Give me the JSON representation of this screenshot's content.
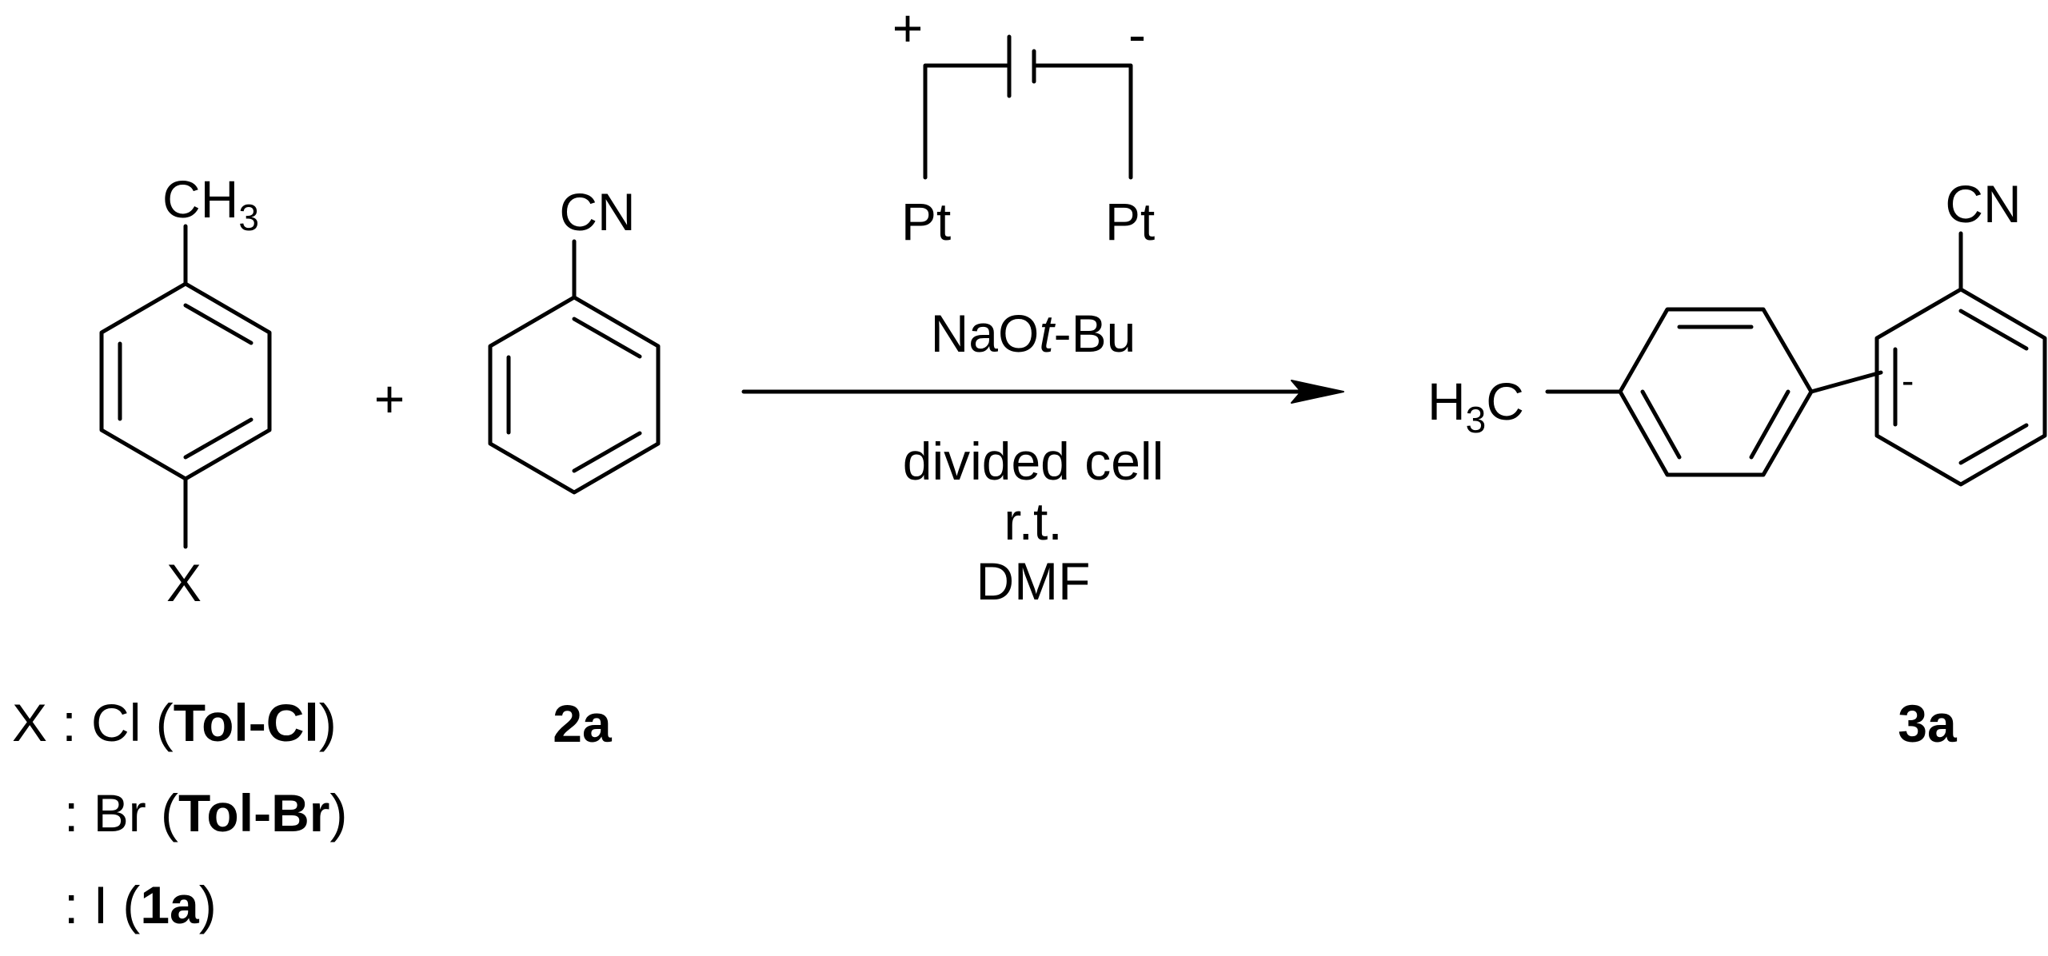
{
  "reactant1": {
    "substituent_top": "CH",
    "substituent_top_sub": "3",
    "substituent_bottom": "X",
    "x_options": [
      {
        "prefix": "X : ",
        "atom": "Cl (",
        "name": "Tol-Cl",
        "close": ")"
      },
      {
        "prefix": ": ",
        "atom": "Br (",
        "name": "Tol-Br",
        "close": ")"
      },
      {
        "prefix": ": ",
        "atom": "I (",
        "name": "1a",
        "close": ")"
      }
    ]
  },
  "plus": "+",
  "reactant2": {
    "group": "CN",
    "id": "2a"
  },
  "conditions": {
    "anode_sign": "+",
    "cathode_sign": "-",
    "anode": "Pt",
    "cathode": "Pt",
    "base_a": "NaO",
    "base_b": "t",
    "base_c": "-Bu",
    "cell": "divided cell",
    "temperature": "r.t.",
    "solvent": "DMF"
  },
  "product": {
    "left_group_a": "H",
    "left_group_sub": "3",
    "left_group_b": "C",
    "group": "CN",
    "charge": "-",
    "id": "3a"
  }
}
